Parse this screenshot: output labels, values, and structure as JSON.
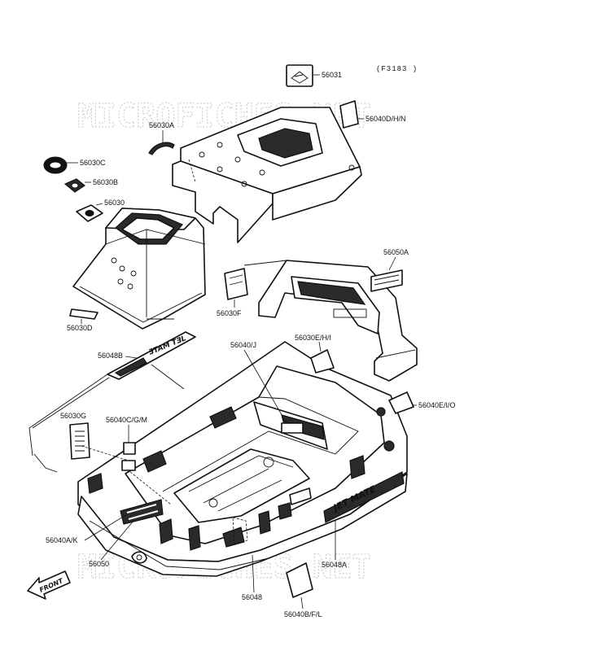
{
  "figure_code": "(F3183 )",
  "watermark": "MICROFICHES.NET",
  "labels": {
    "p56031": "56031",
    "p56040DHN": "56040D/H/N",
    "p56030A": "56030A",
    "p56030C": "56030C",
    "p56030B": "56030B",
    "p56030": "56030",
    "p56050A": "56050A",
    "p56030F": "56030F",
    "p56030D": "56030D",
    "p56048B": "56048B",
    "p56040J": "56040/J",
    "p56030EHI": "56030E/H/I",
    "p56040EIO": "56040E/I/O",
    "p56030G": "56030G",
    "p56040CGM": "56040C/G/M",
    "p56040AK": "56040A/K",
    "p56050": "56050",
    "p56048A": "56048A",
    "p56048": "56048",
    "p56040BFL": "56040B/F/L"
  },
  "decals": {
    "jet_mate": "JET MATE",
    "jet_mate_reversed": "ƎTAM TƎL",
    "front": "FRONT"
  }
}
